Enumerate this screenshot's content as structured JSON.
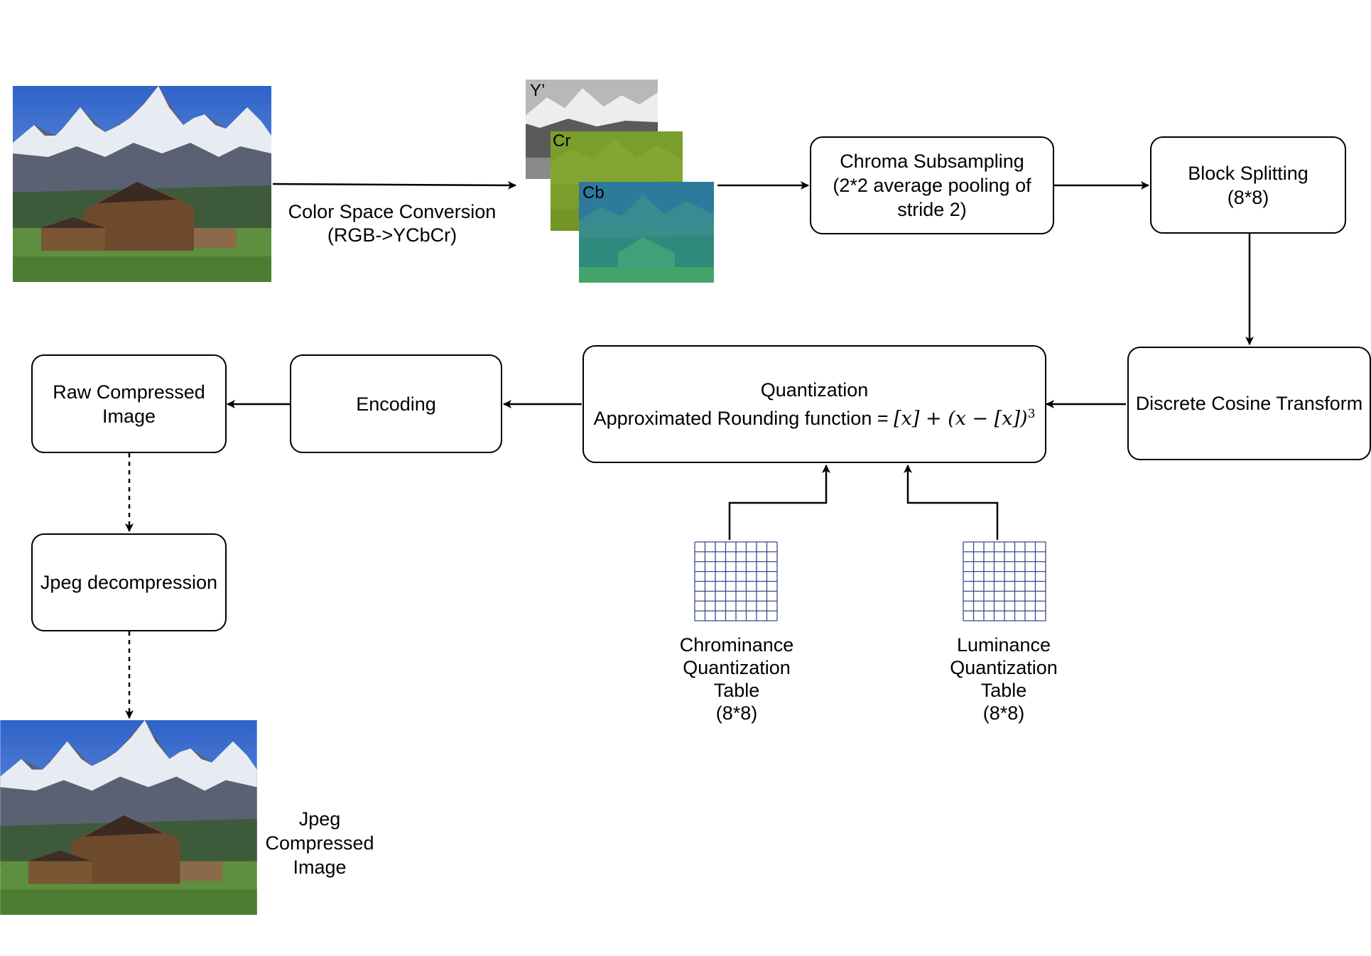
{
  "steps": {
    "color_conversion": {
      "line1": "Color Space Conversion",
      "line2": "(RGB->YCbCr)"
    },
    "channels": {
      "y": "Y’",
      "cr": "Cr",
      "cb": "Cb"
    },
    "chroma": {
      "line1": "Chroma Subsampling",
      "line2": "(2*2 average pooling of",
      "line3": "stride 2)"
    },
    "block": {
      "line1": "Block Splitting",
      "line2": "(8*8)"
    },
    "dct": {
      "label": "Discrete Cosine Transform"
    },
    "quant": {
      "line1": "Quantization",
      "prefix": "Approximated Rounding function = ",
      "formula": "[x] + (x − [x])",
      "exponent": "3"
    },
    "encoding": {
      "label": "Encoding"
    },
    "raw": {
      "line1": "Raw Compressed",
      "line2": "Image"
    },
    "decomp": {
      "label": "Jpeg decompression"
    },
    "output": {
      "line1": "Jpeg",
      "line2": "Compressed",
      "line3": "Image"
    },
    "chroma_table": {
      "line1": "Chrominance",
      "line2": "Quantization",
      "line3": "Table",
      "line4": "(8*8)"
    },
    "luma_table": {
      "line1": "Luminance",
      "line2": "Quantization",
      "line3": "Table",
      "line4": "(8*8)"
    }
  },
  "colors": {
    "cr_layer": "#7a9e2c",
    "cb_layer": "#2f8a7d",
    "grid_line": "#3a4a8a"
  }
}
